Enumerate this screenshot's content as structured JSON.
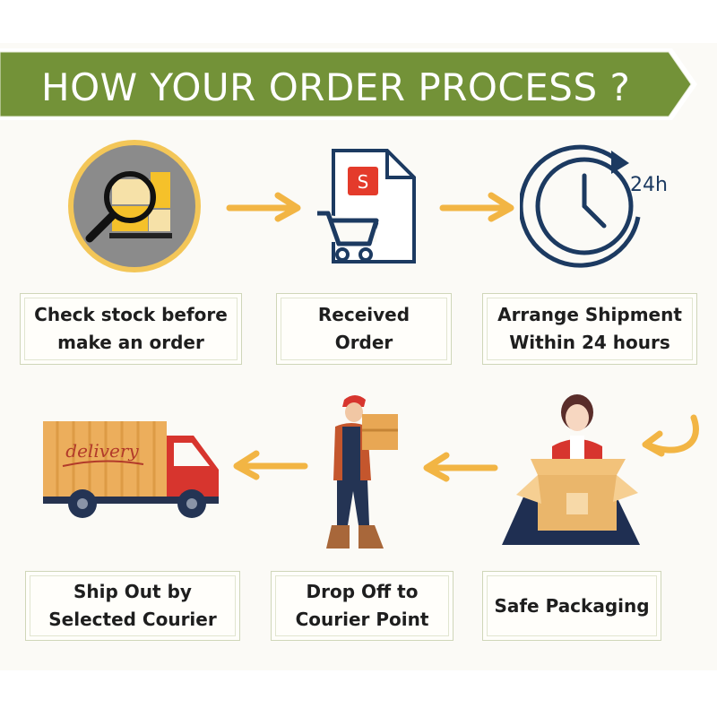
{
  "title": "HOW YOUR ORDER PROCESS ?",
  "colors": {
    "banner_green": "#739238",
    "accent_yellow": "#f2b544",
    "navy": "#1c3a61",
    "red": "#e43b2b"
  },
  "clock_label": "24h",
  "cart_document_letter": "S",
  "truck_label": "delivery",
  "steps": [
    {
      "label": "Check stock before\nmake an order",
      "icon": "magnifier-stock-icon"
    },
    {
      "label": "Received\nOrder",
      "icon": "cart-document-icon"
    },
    {
      "label": "Arrange Shipment\nWithin 24 hours",
      "icon": "clock-24h-icon"
    },
    {
      "label": "Safe Packaging",
      "icon": "packaging-person-icon"
    },
    {
      "label": "Drop Off to\nCourier Point",
      "icon": "courier-carrying-box-icon"
    },
    {
      "label": "Ship Out by\nSelected  Courier",
      "icon": "delivery-truck-icon"
    }
  ]
}
